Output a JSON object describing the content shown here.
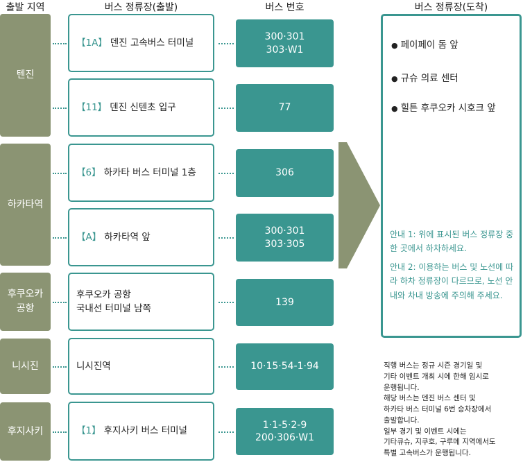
{
  "headers": {
    "region": "출발 지역",
    "stop": "버스 정류장(출발)",
    "bus": "버스 번호",
    "dest": "버스 정류장(도착)"
  },
  "regions": [
    "텐진",
    "하카타역",
    "후쿠오카\n공항",
    "니시진",
    "후지사키"
  ],
  "stops": [
    {
      "code": "【1A】",
      "name": "덴진 고속버스 터미널",
      "bus": "300·301\n303·W1"
    },
    {
      "code": "【11】",
      "name": "덴진 신텐초 입구",
      "bus": "77"
    },
    {
      "code": "【6】",
      "name": "하카타 버스 터미널 1층",
      "bus": "306"
    },
    {
      "code": "【A】",
      "name": "하카타역 앞",
      "bus": "300·301\n303·305"
    },
    {
      "code": "",
      "name": "후쿠오카 공항\n국내선 터미널 남쪽",
      "bus": "139"
    },
    {
      "code": "",
      "name": "니시진역",
      "bus": "10·15·54-1·94"
    },
    {
      "code": "【1】",
      "name": "후지사키 버스 터미널",
      "bus": "1·1-5·2-9\n200·306·W1"
    }
  ],
  "destinations": [
    "페이페이 돔 앞",
    "규슈 의료 센터",
    "힐튼 후쿠오카 시호크 앞"
  ],
  "notes": [
    "안내 1: 위에 표시된 버스 정류장 중 한 곳에서 하차하세요.",
    "안내 2: 이용하는 버스 및 노선에 따라 하차 정류장이 다르므로, 노선 안내와 차내 방송에 주의해 주세요."
  ],
  "footnote": "직행 버스는 정규 시즌 경기일 및\n기타 이벤트 개최 시에 한해 임시로\n운행됩니다.\n해당 버스는 덴진 버스 센터 및\n하카타 버스 터미널 6번 승차장에서\n출발합니다.\n일부 경기 및 이벤트 시에는\n기타큐슈, 지쿠호, 구루메 지역에서도\n특별 고속버스가 운행됩니다."
}
